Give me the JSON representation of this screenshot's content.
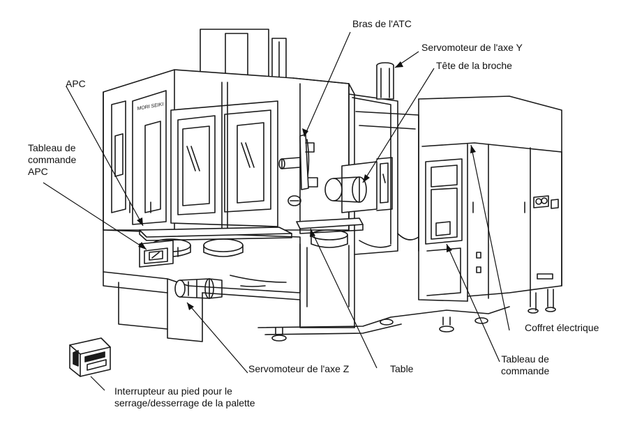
{
  "labels": {
    "atc_arm": "Bras de l'ATC",
    "y_axis_servo": "Servomoteur de l'axe Y",
    "spindle_head": "Tête de la broche",
    "apc": "APC",
    "apc_panel": "Tableau de\ncommande\nAPC",
    "electrical_cabinet": "Coffret électrique",
    "z_axis_servo": "Servomoteur de l'axe Z",
    "table": "Table",
    "control_panel": "Tableau de\ncommande",
    "foot_switch": "Interrupteur au pied pour le\nserrage/desserrage de la palette"
  },
  "machine_logo": "MORI SEIKI"
}
